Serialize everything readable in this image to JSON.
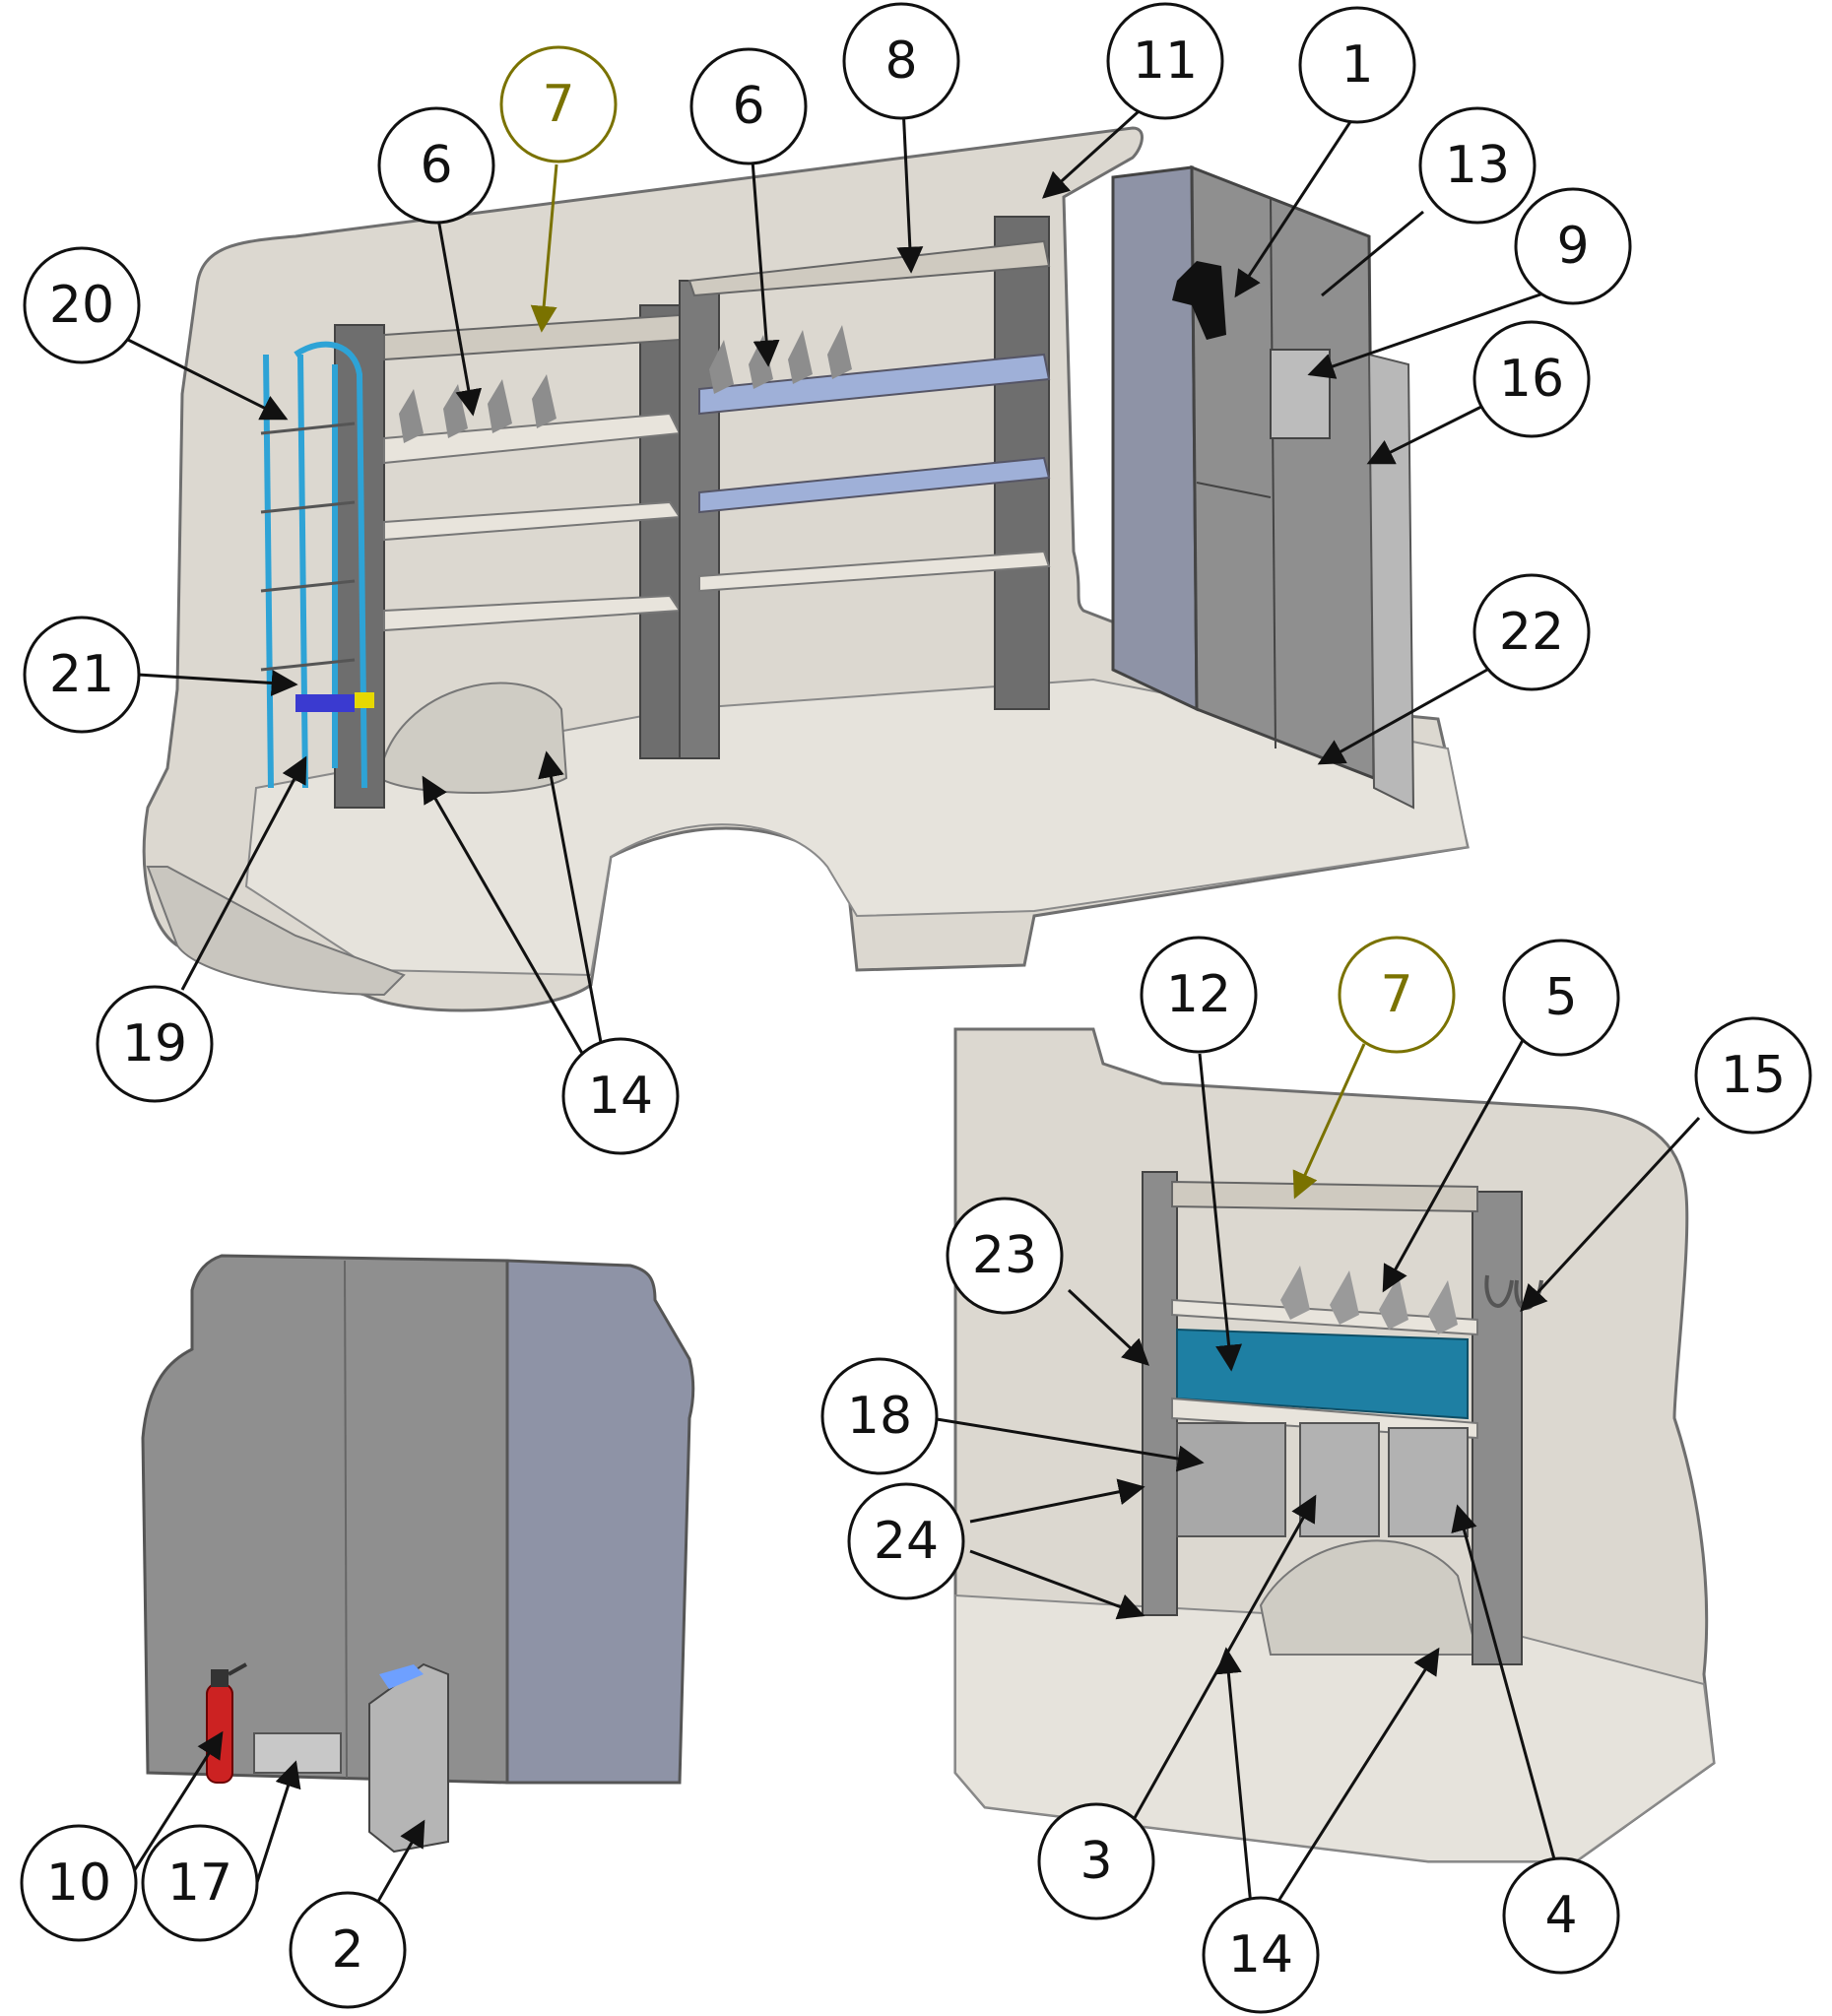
{
  "colors": {
    "ink": "#111111",
    "olive_accent": "#7a7200",
    "van_body": "#dcd8d0",
    "panel_grey": "#8f8f8f",
    "panel_blue": "#8e93a6",
    "shelf_blue": "#9fb0d8",
    "bin_teal": "#1e7fa3",
    "rack_blue": "#2ea3d6",
    "extinguisher_red": "#cc2222"
  },
  "views": [
    {
      "name": "van-interior-side-view"
    },
    {
      "name": "partition-rear-view"
    },
    {
      "name": "van-interior-front-view"
    }
  ],
  "callouts": {
    "c1": {
      "label": "1",
      "style": "normal"
    },
    "c2": {
      "label": "2",
      "style": "normal"
    },
    "c3": {
      "label": "3",
      "style": "normal"
    },
    "c4": {
      "label": "4",
      "style": "normal"
    },
    "c5": {
      "label": "5",
      "style": "normal"
    },
    "c6a": {
      "label": "6",
      "style": "normal"
    },
    "c6b": {
      "label": "6",
      "style": "normal"
    },
    "c7a": {
      "label": "7",
      "style": "olive"
    },
    "c7b": {
      "label": "7",
      "style": "olive"
    },
    "c8": {
      "label": "8",
      "style": "normal"
    },
    "c9": {
      "label": "9",
      "style": "normal"
    },
    "c10": {
      "label": "10",
      "style": "normal"
    },
    "c11": {
      "label": "11",
      "style": "normal"
    },
    "c12": {
      "label": "12",
      "style": "normal"
    },
    "c13": {
      "label": "13",
      "style": "normal"
    },
    "c14a": {
      "label": "14",
      "style": "normal"
    },
    "c14b": {
      "label": "14",
      "style": "normal"
    },
    "c15": {
      "label": "15",
      "style": "normal"
    },
    "c16": {
      "label": "16",
      "style": "normal"
    },
    "c17": {
      "label": "17",
      "style": "normal"
    },
    "c18": {
      "label": "18",
      "style": "normal"
    },
    "c19": {
      "label": "19",
      "style": "normal"
    },
    "c20": {
      "label": "20",
      "style": "normal"
    },
    "c21": {
      "label": "21",
      "style": "normal"
    },
    "c22": {
      "label": "22",
      "style": "normal"
    },
    "c23": {
      "label": "23",
      "style": "normal"
    },
    "c24": {
      "label": "24",
      "style": "normal"
    }
  }
}
